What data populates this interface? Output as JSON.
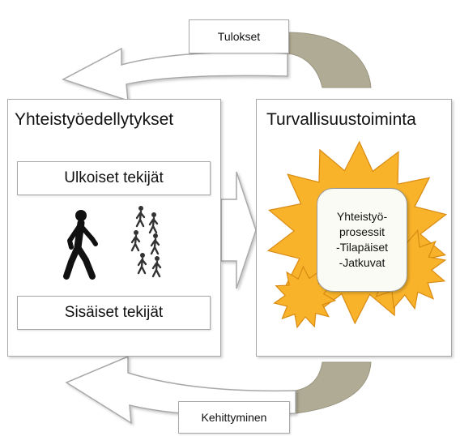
{
  "diagram": {
    "top_tag": "Tulokset",
    "bottom_tag": "Kehittyminen",
    "left_box": {
      "title": "Yhteistyöedellytykset",
      "outer_factors": "Ulkoiset tekijät",
      "inner_factors": "Sisäiset tekijät"
    },
    "right_box": {
      "title": "Turvallisuustoiminta",
      "process_lines": [
        "Yhteistyö-",
        "prosessit",
        "-Tilapäiset",
        "-Jatkuvat"
      ]
    }
  },
  "colors": {
    "burst_fill": "#f8b32a",
    "burst_stroke": "#d98a12",
    "arc_shade": "#b0ab94",
    "border": "#a8a8a8"
  },
  "icons": [
    "walking-person-icon",
    "walking-crowd-icon"
  ]
}
